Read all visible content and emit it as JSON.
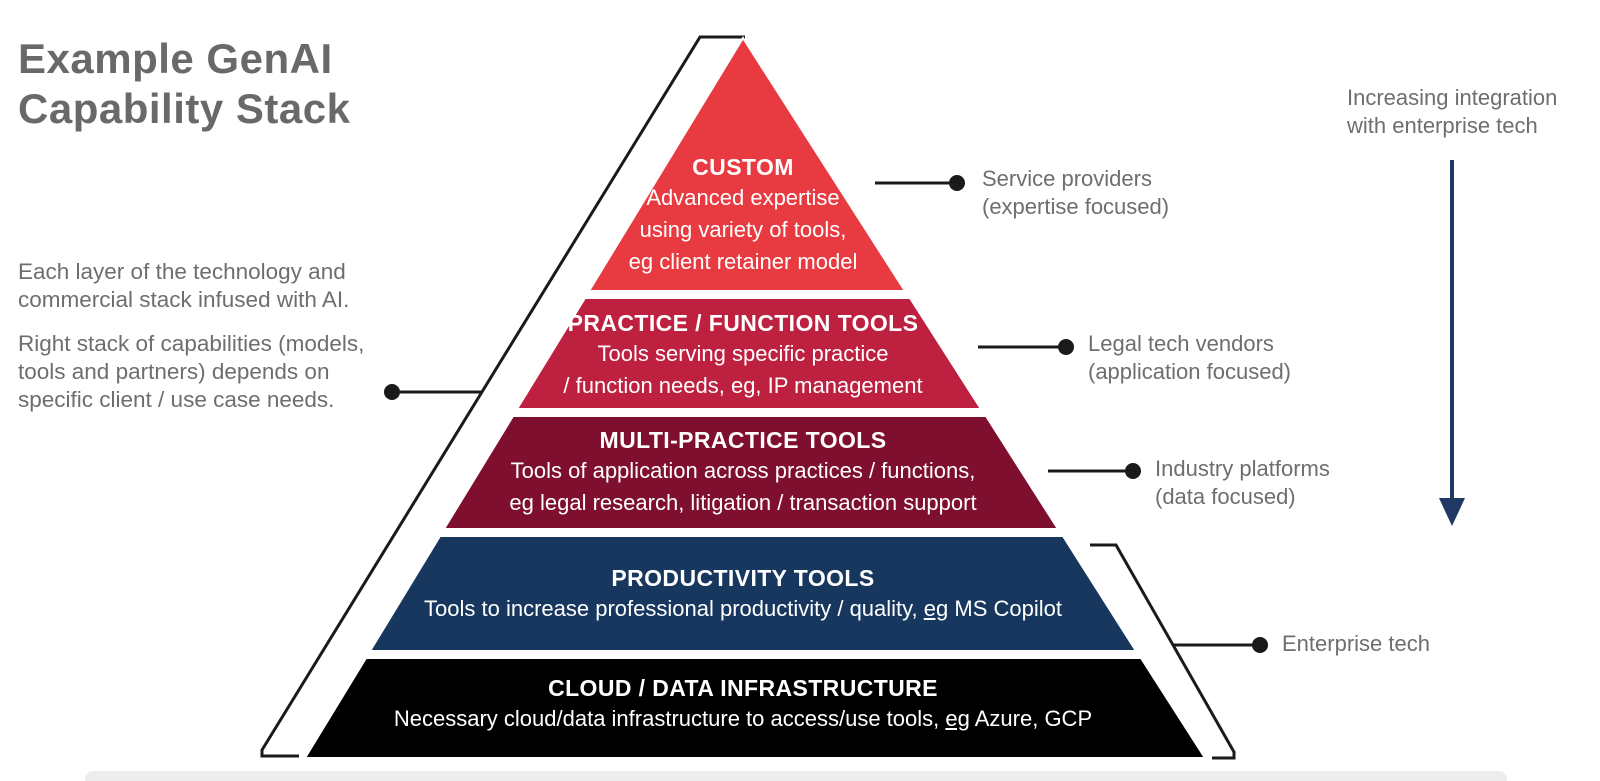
{
  "title": {
    "line1": "Example GenAI",
    "line2": "Capability Stack"
  },
  "left_notes": {
    "para1": "Each layer of the technology and commercial stack infused with AI.",
    "para2": "Right stack of capabilities (models, tools and partners) depends on specific client / use case needs."
  },
  "pyramid": {
    "layers": [
      {
        "name": "CUSTOM",
        "lines": [
          "Advanced expertise",
          "using variety of tools,",
          "eg client retainer model"
        ],
        "color": "#E83B41"
      },
      {
        "name": "PRACTICE / FUNCTION TOOLS",
        "lines": [
          "Tools serving specific practice",
          "/ function needs, eg, IP management"
        ],
        "color": "#BE2040"
      },
      {
        "name": "MULTI-PRACTICE TOOLS",
        "lines": [
          "Tools of application across practices / functions,",
          "eg legal research, litigation / transaction support"
        ],
        "color": "#7F0F2E"
      },
      {
        "name": "PRODUCTIVITY TOOLS",
        "desc_parts": [
          "Tools to increase professional productivity / quality, ",
          "eg",
          " MS Copilot"
        ],
        "color": "#17375E"
      },
      {
        "name": "CLOUD / DATA INFRASTRUCTURE",
        "desc_parts": [
          "Necessary cloud/data infrastructure to access/use tools, ",
          "eg",
          " Azure, GCP"
        ],
        "color": "#000000"
      }
    ]
  },
  "callouts": [
    {
      "line1": "Service providers",
      "line2": "(expertise focused)"
    },
    {
      "line1": "Legal tech vendors",
      "line2": "(application focused)"
    },
    {
      "line1": "Industry platforms",
      "line2": "(data focused)"
    },
    {
      "line1": "Enterprise tech"
    }
  ],
  "annotation": {
    "line1": "Increasing integration",
    "line2": "with enterprise tech"
  },
  "colors": {
    "arrow_navy": "#1F3864",
    "connector_black": "#1A1A1A",
    "text_gray": "#6E6E6E",
    "footer_bar": "#EDEDED"
  }
}
